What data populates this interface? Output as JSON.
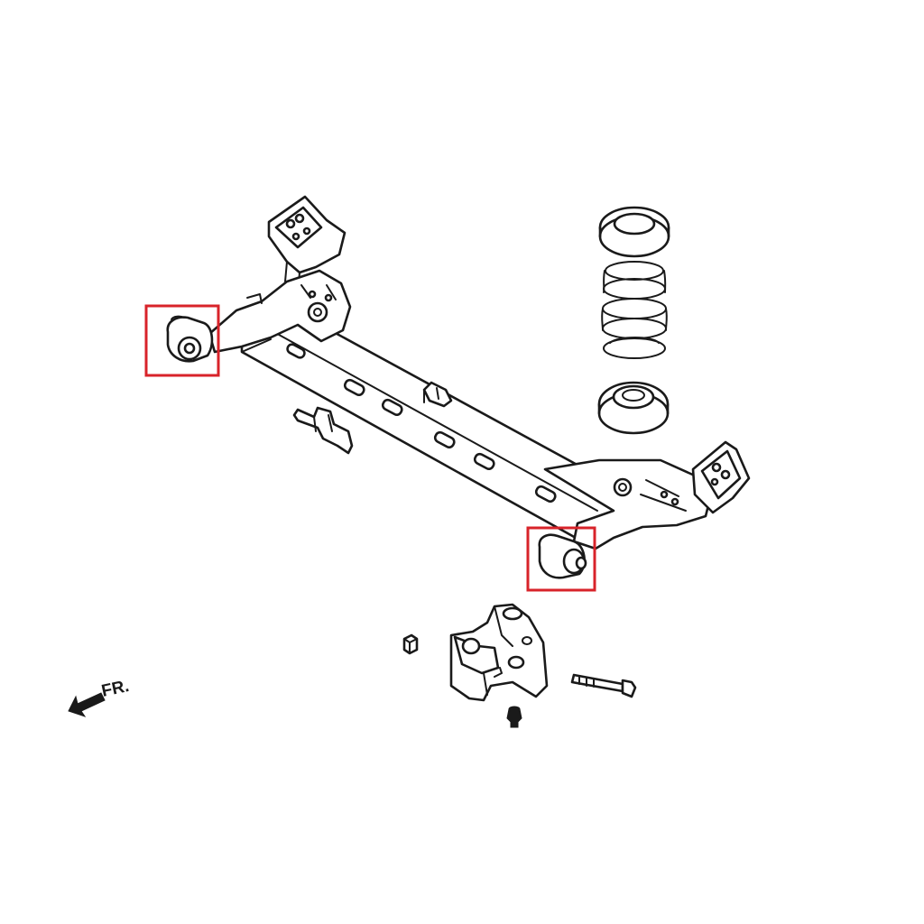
{
  "direction_label": "FR.",
  "colors": {
    "line": "#1a1a1a",
    "highlight": "#d8232a",
    "background": "#ffffff"
  },
  "highlighted_parts": [
    "left-trailing-arm-bushing",
    "right-trailing-arm-bushing"
  ]
}
